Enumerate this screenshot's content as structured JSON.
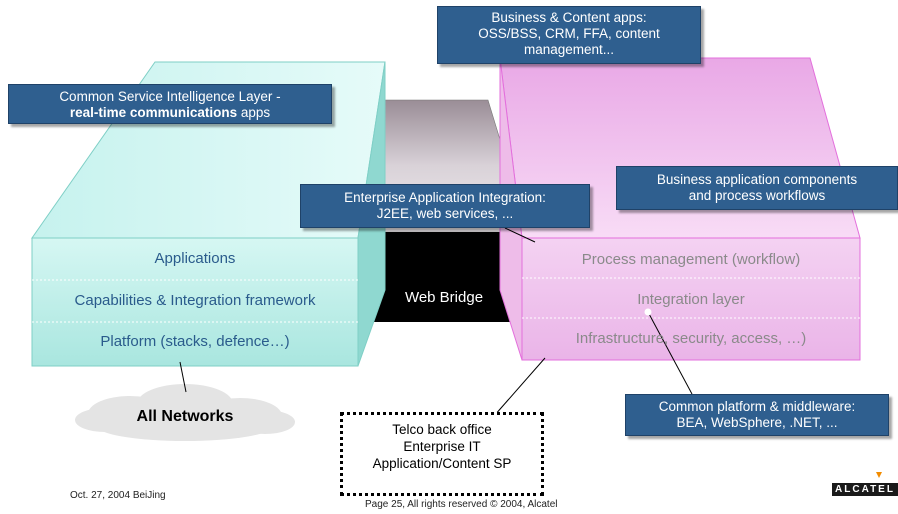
{
  "callouts": {
    "csi": {
      "line1": "Common Service Intelligence Layer -",
      "line2_bold": "real-time communications",
      "line2_rest": " apps"
    },
    "business": {
      "line1": "Business & Content apps:",
      "line2": "OSS/BSS, CRM, FFA, content",
      "line3": "management..."
    },
    "components": {
      "line1": "Business application components",
      "line2": "and process workflows"
    },
    "eai": {
      "line1": "Enterprise Application Integration:",
      "line2": "J2EE, web services, ..."
    },
    "platform": {
      "line1": "Common platform & middleware:",
      "line2": "BEA, WebSphere, .NET, ..."
    }
  },
  "left_block": {
    "applications": "Applications",
    "capabilities": "Capabilities & Integration framework",
    "platform": "Platform (stacks, defence…)"
  },
  "bridge": {
    "label": "Web Bridge"
  },
  "right_block": {
    "process": "Process management (workflow)",
    "integration": "Integration layer",
    "infrastructure": "Infrastructure, security, access, …)"
  },
  "networks": {
    "label": "All Networks"
  },
  "backoffice": {
    "line1": "Telco back office",
    "line2": "Enterprise IT",
    "line3": "Application/Content SP"
  },
  "footer": {
    "date": "Oct. 27, 2004 BeiJing",
    "page": "Page 25, All rights reserved © 2004, Alcatel",
    "logo": "ALCATEL"
  },
  "colors": {
    "callout": "#2f5f8f",
    "cyan": "#c8f0ec",
    "pink": "#f4c8f0",
    "bridge": "#000000"
  }
}
